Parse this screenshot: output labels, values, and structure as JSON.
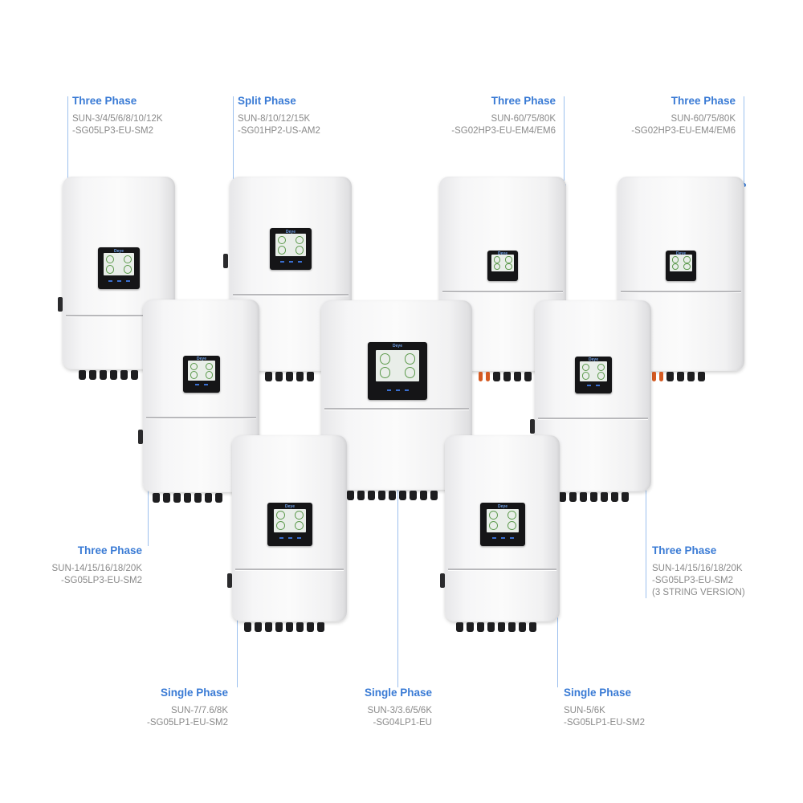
{
  "labels": [
    {
      "phase": "Three Phase",
      "line1": "SUN-3/4/5/6/8/10/12K",
      "line2": "-SG05LP3-EU-SM2"
    },
    {
      "phase": "Split Phase",
      "line1": "SUN-8/10/12/15K",
      "line2": "-SG01HP2-US-AM2"
    },
    {
      "phase": "Three Phase",
      "line1": "SUN-60/75/80K",
      "line2": "-SG02HP3-EU-EM4/EM6"
    },
    {
      "phase": "Three Phase",
      "line1": "SUN-60/75/80K",
      "line2": "-SG02HP3-EU-EM4/EM6"
    },
    {
      "phase": "Three Phase",
      "line1": "SUN-14/15/16/18/20K",
      "line2": "-SG05LP3-EU-SM2"
    },
    {
      "phase": "Three Phase",
      "line1": "SUN-14/15/16/18/20K",
      "line2": "-SG05LP3-EU-SM2",
      "line3": "(3 STRING VERSION)"
    },
    {
      "phase": "Single Phase",
      "line1": "SUN-7/7.6/8K",
      "line2": "-SG05LP1-EU-SM2"
    },
    {
      "phase": "Single Phase",
      "line1": "SUN-3/3.6/5/6K",
      "line2": "-SG04LP1-EU"
    },
    {
      "phase": "Single Phase",
      "line1": "SUN-5/6K",
      "line2": "-SG05LP1-EU-SM2"
    }
  ],
  "device_brand": "Deye",
  "colors": {
    "accent": "#3a7bd5",
    "model_text": "#8a8a8a"
  },
  "icons": [
    "inverter-unit",
    "lcd-display",
    "cable-gland"
  ]
}
